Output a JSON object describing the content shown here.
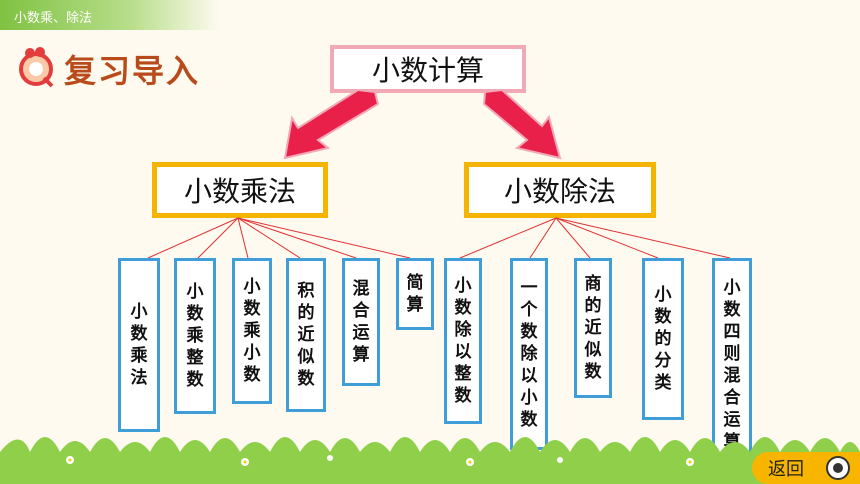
{
  "header": {
    "breadcrumb": "小数乘、除法"
  },
  "title": "复习导入",
  "root": "小数计算",
  "left": {
    "label": "小数乘法",
    "children": [
      [
        "小",
        "数",
        "乘",
        "法"
      ],
      [
        "小",
        "数",
        "乘",
        "整",
        "数"
      ],
      [
        "小",
        "数",
        "乘",
        "小",
        "数"
      ],
      [
        "积",
        "的",
        "近",
        "似",
        "数"
      ],
      [
        "混",
        "合",
        "运",
        "算"
      ],
      [
        "简",
        "算"
      ]
    ]
  },
  "right": {
    "label": "小数除法",
    "children": [
      [
        "小",
        "数",
        "除",
        "以",
        "整",
        "数"
      ],
      [
        "一",
        "个",
        "数",
        "除",
        "以",
        "小",
        "数"
      ],
      [
        "商",
        "的",
        "近",
        "似",
        "数"
      ],
      [
        "小",
        "数",
        "的",
        "分",
        "类"
      ],
      [
        "小",
        "数",
        "四",
        "则",
        "混",
        "合",
        "运",
        "算"
      ]
    ]
  },
  "footer": {
    "back_label": "返回"
  },
  "colors": {
    "accent": "#f5b400",
    "box_border": "#3f9ed8",
    "root_border": "#f2a9b6",
    "arrow": "#e8204a"
  }
}
